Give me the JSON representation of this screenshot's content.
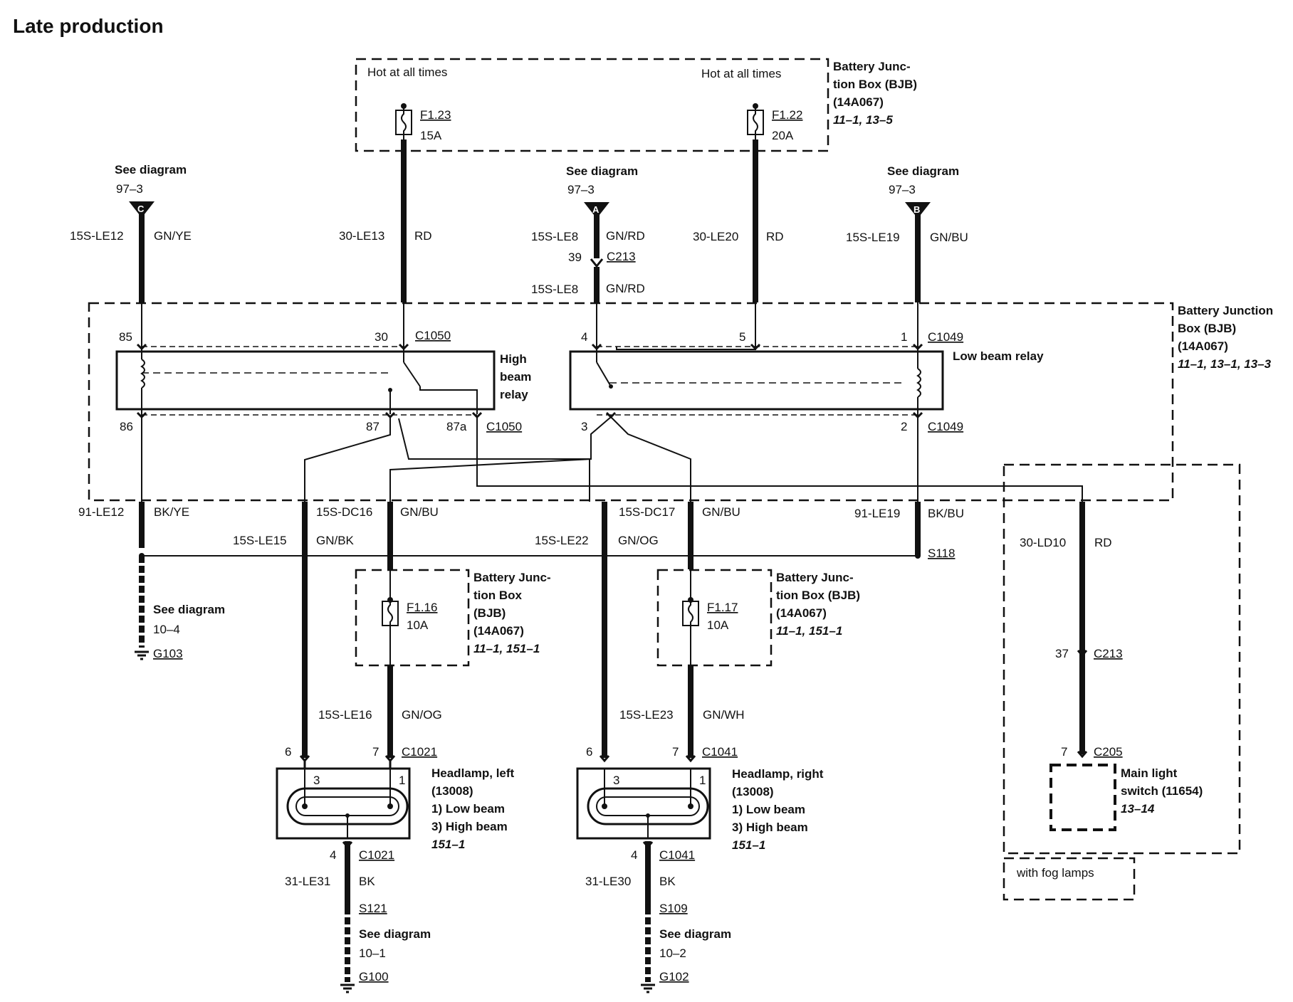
{
  "title": "Late production",
  "top_bjb": {
    "hot_left": "Hot at all times",
    "hot_right": "Hot at all times",
    "fuse_left": {
      "id": "F1.23",
      "rating": "15A"
    },
    "fuse_right": {
      "id": "F1.22",
      "rating": "20A"
    },
    "label": [
      "Battery Junc-",
      "tion Box (BJB)",
      "(14A067)"
    ],
    "ref": "11–1, 13–5"
  },
  "refs": {
    "c": {
      "see": "See diagram",
      "page": "97–3",
      "letter": "C"
    },
    "a": {
      "see": "See diagram",
      "page": "97–3",
      "letter": "A"
    },
    "b": {
      "see": "See diagram",
      "page": "97–3",
      "letter": "B"
    }
  },
  "wires_top": {
    "le12": {
      "circuit": "15S-LE12",
      "color": "GN/YE"
    },
    "le13": {
      "circuit": "30-LE13",
      "color": "RD"
    },
    "le8_upper": {
      "circuit": "15S-LE8",
      "color": "GN/RD"
    },
    "c213_pin": "39",
    "c213": "C213",
    "le8_lower": {
      "circuit": "15S-LE8",
      "color": "GN/RD"
    },
    "le20": {
      "circuit": "30-LE20",
      "color": "RD"
    },
    "le19": {
      "circuit": "15S-LE19",
      "color": "GN/BU"
    }
  },
  "main_bjb": {
    "label": [
      "Battery Junction",
      "Box (BJB)",
      "(14A067)"
    ],
    "ref": "11–1, 13–1, 13–3",
    "high_relay": {
      "label": [
        "High",
        "beam",
        "relay"
      ],
      "pin85": "85",
      "pin30": "30",
      "conn_top": "C1050",
      "pin86": "86",
      "pin87": "87",
      "pin87a": "87a",
      "conn_bottom": "C1050"
    },
    "low_relay": {
      "label": "Low beam relay",
      "pin4": "4",
      "pin5": "5",
      "pin1": "1",
      "conn_top": "C1049",
      "pin3": "3",
      "pin2": "2",
      "conn_bottom": "C1049"
    }
  },
  "wires_mid": {
    "le12_bk": {
      "circuit": "91-LE12",
      "color": "BK/YE"
    },
    "dc16": {
      "circuit": "15S-DC16",
      "color": "GN/BU"
    },
    "dc17": {
      "circuit": "15S-DC17",
      "color": "GN/BU"
    },
    "le19_bk": {
      "circuit": "91-LE19",
      "color": "BK/BU"
    },
    "le15": {
      "circuit": "15S-LE15",
      "color": "GN/BK"
    },
    "le22": {
      "circuit": "15S-LE22",
      "color": "GN/OG"
    },
    "s118": "S118",
    "ld10": {
      "circuit": "30-LD10",
      "color": "RD"
    }
  },
  "ground_left": {
    "see": "See diagram",
    "page": "10–4",
    "g": "G103"
  },
  "fuse_f116": {
    "id": "F1.16",
    "rating": "10A",
    "label": [
      "Battery Junc-",
      "tion Box",
      "(BJB)",
      "(14A067)"
    ],
    "ref": "11–1, 151–1"
  },
  "fuse_f117": {
    "id": "F1.17",
    "rating": "10A",
    "label": [
      "Battery Junc-",
      "tion Box (BJB)",
      "(14A067)"
    ],
    "ref": "11–1, 151–1"
  },
  "wires_low": {
    "le16": {
      "circuit": "15S-LE16",
      "color": "GN/OG"
    },
    "le23": {
      "circuit": "15S-LE23",
      "color": "GN/WH"
    }
  },
  "headlamp_left": {
    "pin6": "6",
    "pin7": "7",
    "conn": "C1021",
    "inner3": "3",
    "inner1": "1",
    "label": [
      "Headlamp, left",
      "(13008)"
    ],
    "item1": "1)   Low beam",
    "item3": "3)   High beam",
    "ref": "151–1",
    "pin4": "4",
    "conn_bottom": "C1021",
    "gnd_wire": {
      "circuit": "31-LE31",
      "color": "BK"
    },
    "splice": "S121",
    "see": "See diagram",
    "page": "10–1",
    "g": "G100"
  },
  "headlamp_right": {
    "pin6": "6",
    "pin7": "7",
    "conn": "C1041",
    "inner3": "3",
    "inner1": "1",
    "label": [
      "Headlamp, right",
      "(13008)"
    ],
    "item1": "1)   Low beam",
    "item3": "3)   High beam",
    "ref": "151–1",
    "pin4": "4",
    "conn_bottom": "C1041",
    "gnd_wire": {
      "circuit": "31-LE30",
      "color": "BK"
    },
    "splice": "S109",
    "see": "See diagram",
    "page": "10–2",
    "g": "G102"
  },
  "fog": {
    "c213_pin": "37",
    "c213": "C213",
    "c205_pin": "7",
    "c205": "C205",
    "switch_label": [
      "Main light",
      "switch (11654)"
    ],
    "switch_ref": "13–14",
    "note": "with fog lamps"
  }
}
